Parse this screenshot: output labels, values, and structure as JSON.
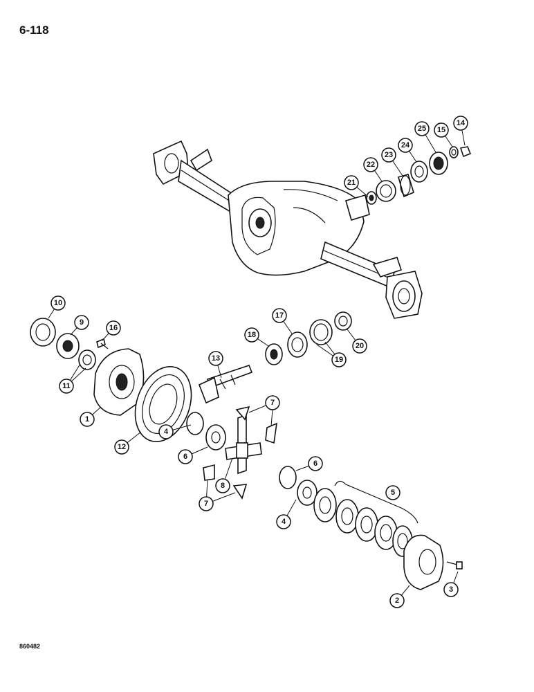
{
  "page": {
    "number": "6-118",
    "ref_code": "860482"
  },
  "callouts": [
    {
      "id": "c1",
      "label": "1"
    },
    {
      "id": "c2",
      "label": "2"
    },
    {
      "id": "c3",
      "label": "3"
    },
    {
      "id": "c4a",
      "label": "4"
    },
    {
      "id": "c4b",
      "label": "4"
    },
    {
      "id": "c5",
      "label": "5"
    },
    {
      "id": "c6a",
      "label": "6"
    },
    {
      "id": "c6b",
      "label": "6"
    },
    {
      "id": "c7a",
      "label": "7"
    },
    {
      "id": "c7b",
      "label": "7"
    },
    {
      "id": "c8",
      "label": "8"
    },
    {
      "id": "c9",
      "label": "9"
    },
    {
      "id": "c10",
      "label": "10"
    },
    {
      "id": "c11",
      "label": "11"
    },
    {
      "id": "c12",
      "label": "12"
    },
    {
      "id": "c13",
      "label": "13"
    },
    {
      "id": "c14",
      "label": "14"
    },
    {
      "id": "c15",
      "label": "15"
    },
    {
      "id": "c16",
      "label": "16"
    },
    {
      "id": "c17",
      "label": "17"
    },
    {
      "id": "c18",
      "label": "18"
    },
    {
      "id": "c19",
      "label": "19"
    },
    {
      "id": "c20",
      "label": "20"
    },
    {
      "id": "c21",
      "label": "21"
    },
    {
      "id": "c22",
      "label": "22"
    },
    {
      "id": "c23",
      "label": "23"
    },
    {
      "id": "c24",
      "label": "24"
    },
    {
      "id": "c25",
      "label": "25"
    }
  ]
}
